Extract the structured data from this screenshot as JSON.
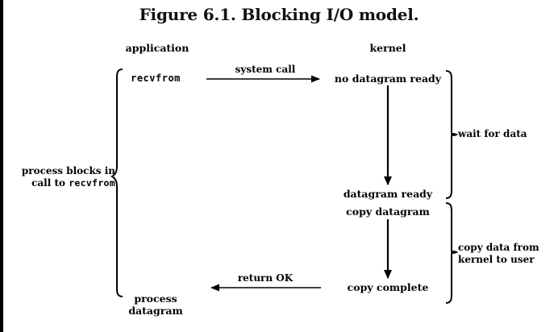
{
  "figure": {
    "title": "Figure 6.1. Blocking I/O model.",
    "background_color": "#ffffff",
    "ink_color": "#000000",
    "border_color": "#000000"
  },
  "columns": {
    "application": "application",
    "kernel": "kernel"
  },
  "application_nodes": {
    "recvfrom": "recvfrom",
    "process_datagram_line1": "process",
    "process_datagram_line2": "datagram"
  },
  "kernel_nodes": {
    "no_datagram_ready": "no datagram ready",
    "datagram_ready": "datagram ready",
    "copy_datagram": "copy datagram",
    "copy_complete": "copy complete"
  },
  "edges": {
    "system_call": "system call",
    "return_ok": "return OK"
  },
  "braces": {
    "process_blocks_line1": "process blocks in",
    "process_blocks_line2_prefix": "call to ",
    "process_blocks_line2_mono": "recvfrom",
    "wait_for_data": "wait for data",
    "copy_data_line1": "copy data from",
    "copy_data_line2": "kernel to user"
  }
}
